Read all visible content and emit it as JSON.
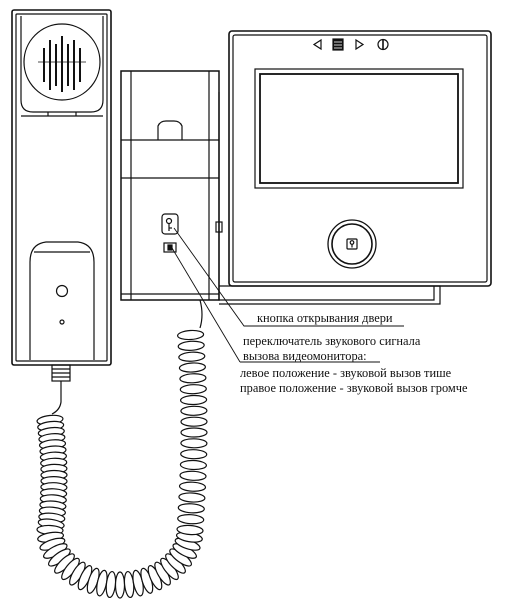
{
  "device": {
    "screen_buttons": [
      "prev-arrow",
      "menu",
      "next-arrow",
      "power"
    ],
    "center_button_icon": "key-icon",
    "door_button_icon": "key-icon"
  },
  "labels": {
    "door_button": "кнопка открывания двери",
    "switch_line1": "переключатель звукового сигнала",
    "switch_line2": "вызова видеомонитора:",
    "switch_left": "левое положение - звуковой вызов тише",
    "switch_right": "правое положение - звуковой вызов громче"
  },
  "colors": {
    "line": "#111111",
    "background": "#ffffff"
  }
}
